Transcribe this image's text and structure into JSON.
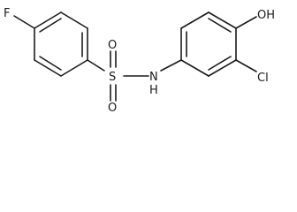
{
  "molecule": {
    "atoms": {
      "fluorine": "F",
      "sulfur": "S",
      "oxygen_top": "O",
      "oxygen_bottom": "O",
      "nitrogen": "N",
      "hydrogen_on_n": "H",
      "oxygen_hydroxyl": "OH",
      "chlorine": "Cl"
    }
  }
}
